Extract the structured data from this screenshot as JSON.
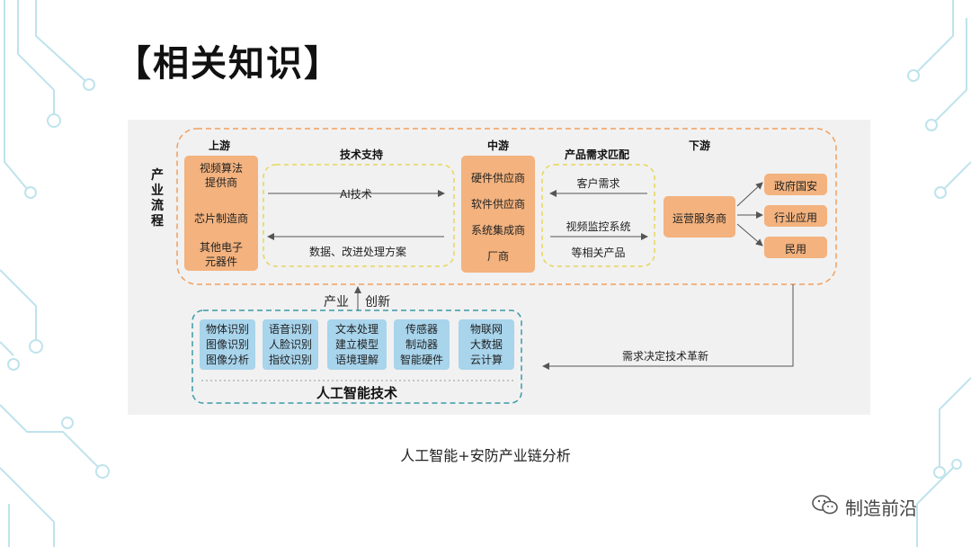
{
  "page": {
    "title": "【相关知识】",
    "caption": "人工智能+安防产业链分析",
    "brand": "制造前沿"
  },
  "diagram": {
    "side_label": "产业流程",
    "headers": {
      "upstream": "上游",
      "tech_support": "技术支持",
      "midstream": "中游",
      "demand_match": "产品需求匹配",
      "downstream": "下游"
    },
    "upstream_items": [
      [
        "视频算法",
        "提供商"
      ],
      [
        "芯片制造商"
      ],
      [
        "其他电子",
        "元器件"
      ]
    ],
    "tech_support": {
      "forward": "AI技术",
      "backward": "数据、改进处理方案"
    },
    "midstream_items": [
      "硬件供应商",
      "软件供应商",
      "系统集成商",
      "厂商"
    ],
    "demand_match": {
      "top": "客户需求",
      "middle": "视频监控系统",
      "bottom": "等相关产品"
    },
    "operator": "运营服务商",
    "downstream_items": [
      "政府国安",
      "行业应用",
      "民用"
    ],
    "innovation": {
      "left": "产业",
      "right": "创新"
    },
    "feedback": "需求决定技术革新",
    "ai_tech": {
      "title": "人工智能技术",
      "groups": [
        [
          "物体识别",
          "图像识别",
          "图像分析"
        ],
        [
          "语音识别",
          "人脸识别",
          "指纹识别"
        ],
        [
          "文本处理",
          "建立模型",
          "语境理解"
        ],
        [
          "传感器",
          "制动器",
          "智能硬件"
        ],
        [
          "物联网",
          "大数据",
          "云计算"
        ]
      ]
    }
  },
  "colors": {
    "orange_box": "#f3b27e",
    "blue_box": "#a8d4ec",
    "dashed_orange": "#f0a060",
    "dashed_yellow": "#e8d65a",
    "dashed_teal": "#3a9aa8",
    "circuit": "#bfe3ec"
  }
}
